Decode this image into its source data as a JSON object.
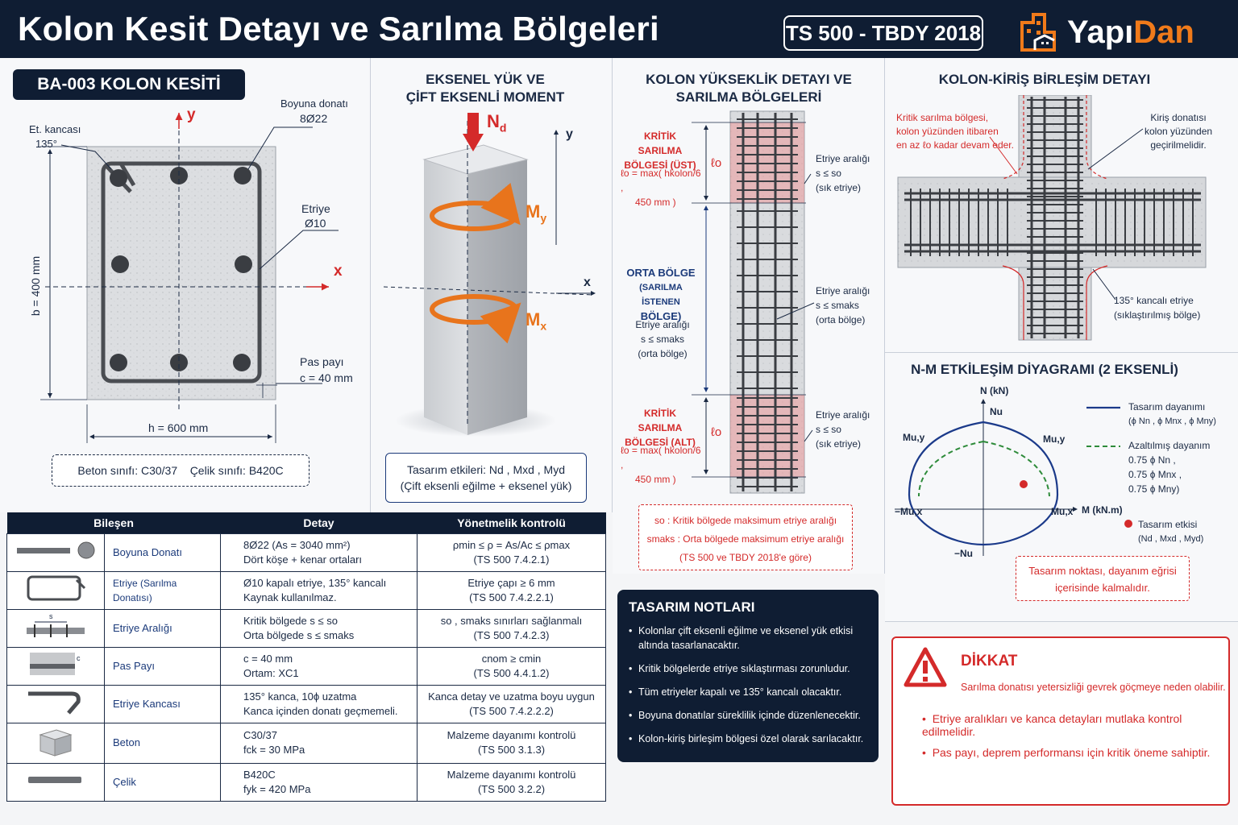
{
  "header": {
    "title": "Kolon Kesit Detayı ve Sarılma Bölgeleri",
    "standard": "TS 500 - TBDY 2018",
    "logo_a": "Yapı",
    "logo_b": "Dan"
  },
  "section": {
    "tag": "BA-003 KOLON KESİTİ",
    "hook_label_1": "Et. kancası",
    "hook_label_2": "135°",
    "long_bar_label": "Boyuna donatı",
    "long_bar_value": "8Ø22",
    "stirrup_label": "Etriye",
    "stirrup_value": "Ø10",
    "cover_label": "Pas payı",
    "cover_value": "c = 40 mm",
    "y_axis": "y",
    "x_axis": "x",
    "height_dim": "b = 400 mm",
    "width_dim": "h = 600 mm",
    "material_concrete": "Beton sınıfı:  C30/37",
    "material_steel": "Çelik sınıfı:  B420C"
  },
  "axial": {
    "title_1": "EKSENEL YÜK VE",
    "title_2": "ÇİFT EKSENLİ MOMENT",
    "nd": "N",
    "nd_sub": "d",
    "my": "M",
    "my_sub": "y",
    "mx": "M",
    "mx_sub": "x",
    "y_axis": "y",
    "x_axis": "x",
    "effects_1": "Tasarım etkileri: Nd , Mxd , Myd",
    "effects_2": "(Çift eksenli eğilme + eksenel yük)"
  },
  "height_detail": {
    "title_1": "KOLON YÜKSEKLİK DETAYI VE",
    "title_2": "SARILMA BÖLGELERİ",
    "top_zone_1": "KRİTİK SARILMA",
    "top_zone_2": "BÖLGESİ (ÜST)",
    "formula_1": "ℓo = max( hkolon/6 ,",
    "formula_2": "450 mm )",
    "mid_zone_1": "ORTA BÖLGE",
    "mid_zone_2": "(SARILMA İSTENEN",
    "mid_zone_3": "BÖLGE)",
    "mid_spacing_1": "Etriye aralığı",
    "mid_spacing_2": "s ≤ smaks",
    "mid_spacing_3": "(orta bölge)",
    "bot_zone_1": "KRİTİK SARILMA",
    "bot_zone_2": "BÖLGESİ (ALT)",
    "lo": "ℓo",
    "right_top_1": "Etriye aralığı",
    "right_top_2": "s ≤ so",
    "right_top_3": "(sık etriye)",
    "right_mid_1": "Etriye aralığı",
    "right_mid_2": "s ≤ smaks",
    "right_mid_3": "(orta bölge)",
    "right_bot_1": "Etriye aralığı",
    "right_bot_2": "s ≤ so",
    "right_bot_3": "(sık etriye)",
    "legend_1": "so : Kritik bölgede maksimum etriye aralığı",
    "legend_2": "smaks : Orta bölgede maksimum etriye aralığı",
    "legend_3": "(TS 500 ve TBDY 2018'e göre)"
  },
  "notes": {
    "title": "TASARIM NOTLARI",
    "items": [
      "Kolonlar çift eksenli eğilme ve eksenel yük etkisi altında tasarlanacaktır.",
      "Kritik bölgelerde etriye sıklaştırması zorunludur.",
      "Tüm etriyeler kapalı ve 135° kancalı olacaktır.",
      "Boyuna donatılar süreklilik içinde düzenlenecektir.",
      "Kolon-kiriş birleşim bölgesi özel olarak sarılacaktır."
    ]
  },
  "joint": {
    "title": "KOLON-KİRİŞ BİRLEŞİM DETAYI",
    "left_note_1": "Kritik sarılma bölgesi,",
    "left_note_2": "kolon yüzünden itibaren",
    "left_note_3": "en az ℓo kadar devam eder.",
    "right_note_1": "Kiriş donatısı",
    "right_note_2": "kolon yüzünden",
    "right_note_3": "geçirilmelidir.",
    "bottom_note_1": "135° kancalı etriye",
    "bottom_note_2": "(sıklaştırılmış bölge)"
  },
  "nm": {
    "title": "N-M ETKİLEŞİM DİYAGRAMI (2 EKSENLİ)",
    "n_axis": "N (kN)",
    "m_axis": "M (kN.m)",
    "nu": "Nu",
    "neg_nu": "−Nu",
    "muy_left": "Mu,y",
    "muy_right": "Mu,y",
    "neg_mux": "−Mu,x",
    "mux": "Mu,x",
    "leg_design_1": "Tasarım dayanımı",
    "leg_design_2": "(ϕ Nn , ϕ Mnx , ϕ Mny)",
    "leg_reduced_1": "Azaltılmış dayanım",
    "leg_reduced_2": "0.75 ϕ Nn ,",
    "leg_reduced_3": "0.75 ϕ Mnx ,",
    "leg_reduced_4": "0.75 ϕ Mny)",
    "leg_point_1": "Tasarım etkisi",
    "leg_point_2": "(Nd , Mxd , Myd)",
    "note_1": "Tasarım noktası, dayanım eğrisi",
    "note_2": "içerisinde kalmalıdır.",
    "colors": {
      "design": "#1b3a8a",
      "reduced": "#2e8b3a",
      "point": "#d42a2a"
    }
  },
  "warning": {
    "title": "DİKKAT",
    "subtitle": "Sarılma donatısı yetersizliği gevrek göçmeye neden olabilir.",
    "bullet_1": "Etriye aralıkları ve kanca detayları mutlaka kontrol edilmelidir.",
    "bullet_2": "Pas payı, deprem performansı için kritik öneme sahiptir."
  },
  "table": {
    "headers": [
      "Bileşen",
      "Detay",
      "Yönetmelik kontrolü"
    ],
    "rows": [
      {
        "name": "Boyuna Donatı",
        "detail_1": "8Ø22 (As = 3040 mm²)",
        "detail_2": "Dört köşe + kenar ortaları",
        "check_1": "ρmin ≤ ρ = As/Ac ≤ ρmax",
        "check_2": "(TS 500 7.4.2.1)"
      },
      {
        "name": "Etriye (Sarılma Donatısı)",
        "detail_1": "Ø10 kapalı etriye, 135° kancalı",
        "detail_2": "Kaynak kullanılmaz.",
        "check_1": "Etriye çapı ≥ 6 mm",
        "check_2": "(TS 500 7.4.2.2.1)"
      },
      {
        "name": "Etriye Aralığı",
        "detail_1": "Kritik bölgede s ≤ so",
        "detail_2": "Orta bölgede s ≤ smaks",
        "check_1": "so , smaks sınırları sağlanmalı",
        "check_2": "(TS 500 7.4.2.3)"
      },
      {
        "name": "Pas Payı",
        "detail_1": "c = 40 mm",
        "detail_2": "Ortam: XC1",
        "check_1": "cnom ≥ cmin",
        "check_2": "(TS 500 4.4.1.2)"
      },
      {
        "name": "Etriye Kancası",
        "detail_1": "135° kanca, 10ϕ uzatma",
        "detail_2": "Kanca içinden donatı geçmemeli.",
        "check_1": "Kanca detay ve uzatma boyu uygun",
        "check_2": "(TS 500 7.4.2.2.2)"
      },
      {
        "name": "Beton",
        "detail_1": "C30/37",
        "detail_2": "fck = 30 MPa",
        "check_1": "Malzeme dayanımı kontrolü",
        "check_2": "(TS 500 3.1.3)"
      },
      {
        "name": "Çelik",
        "detail_1": "B420C",
        "detail_2": "fyk = 420 MPa",
        "check_1": "Malzeme dayanımı kontrolü",
        "check_2": "(TS 500 3.2.2)"
      }
    ]
  }
}
